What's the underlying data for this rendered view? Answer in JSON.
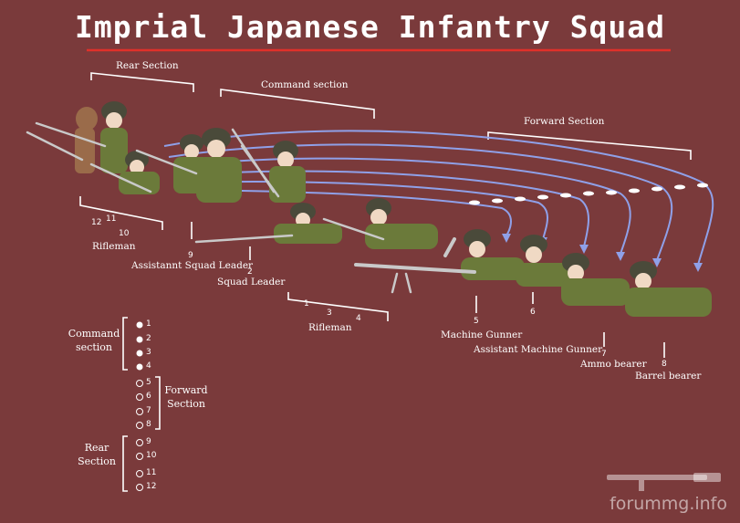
{
  "title": "Imprial Japanese Infantry Squad",
  "sections": {
    "rear": "Rear Section",
    "command": "Command section",
    "forward": "Forward Section"
  },
  "roles": {
    "rifleman_rear": "Rifleman",
    "assistant_squad_leader": "Assistannt Squad Leader",
    "squad_leader": "Squad Leader",
    "rifleman_command": "Rifleman",
    "machine_gunner": "Machine Gunner",
    "assistant_machine_gunner": "Assistant Machine Gunner",
    "ammo_bearer": "Ammo bearer",
    "barrel_bearer": "Barrel bearer"
  },
  "numbers": {
    "n12": "12",
    "n11": "11",
    "n10": "10",
    "n9": "9",
    "n1": "1",
    "n2": "2",
    "n3": "3",
    "n4": "4",
    "n5": "5",
    "n6": "6",
    "n7": "7",
    "n8": "8"
  },
  "legend": {
    "command_label_1": "Command",
    "command_label_2": "section",
    "forward_label_1": "Forward",
    "forward_label_2": "Section",
    "rear_label_1": "Rear",
    "rear_label_2": "Section",
    "command_items": [
      "1",
      "2",
      "3",
      "4"
    ],
    "forward_items": [
      "5",
      "6",
      "7",
      "8"
    ],
    "rear_items": [
      "9",
      "10",
      "11",
      "12"
    ]
  },
  "watermark": "forummg.info",
  "colors": {
    "background": "#7a3a3b",
    "title_underline": "#e0302a",
    "arrow": "#8fa0e8",
    "uniform": "#6b7a3a",
    "helmet": "#4a4a3a"
  }
}
